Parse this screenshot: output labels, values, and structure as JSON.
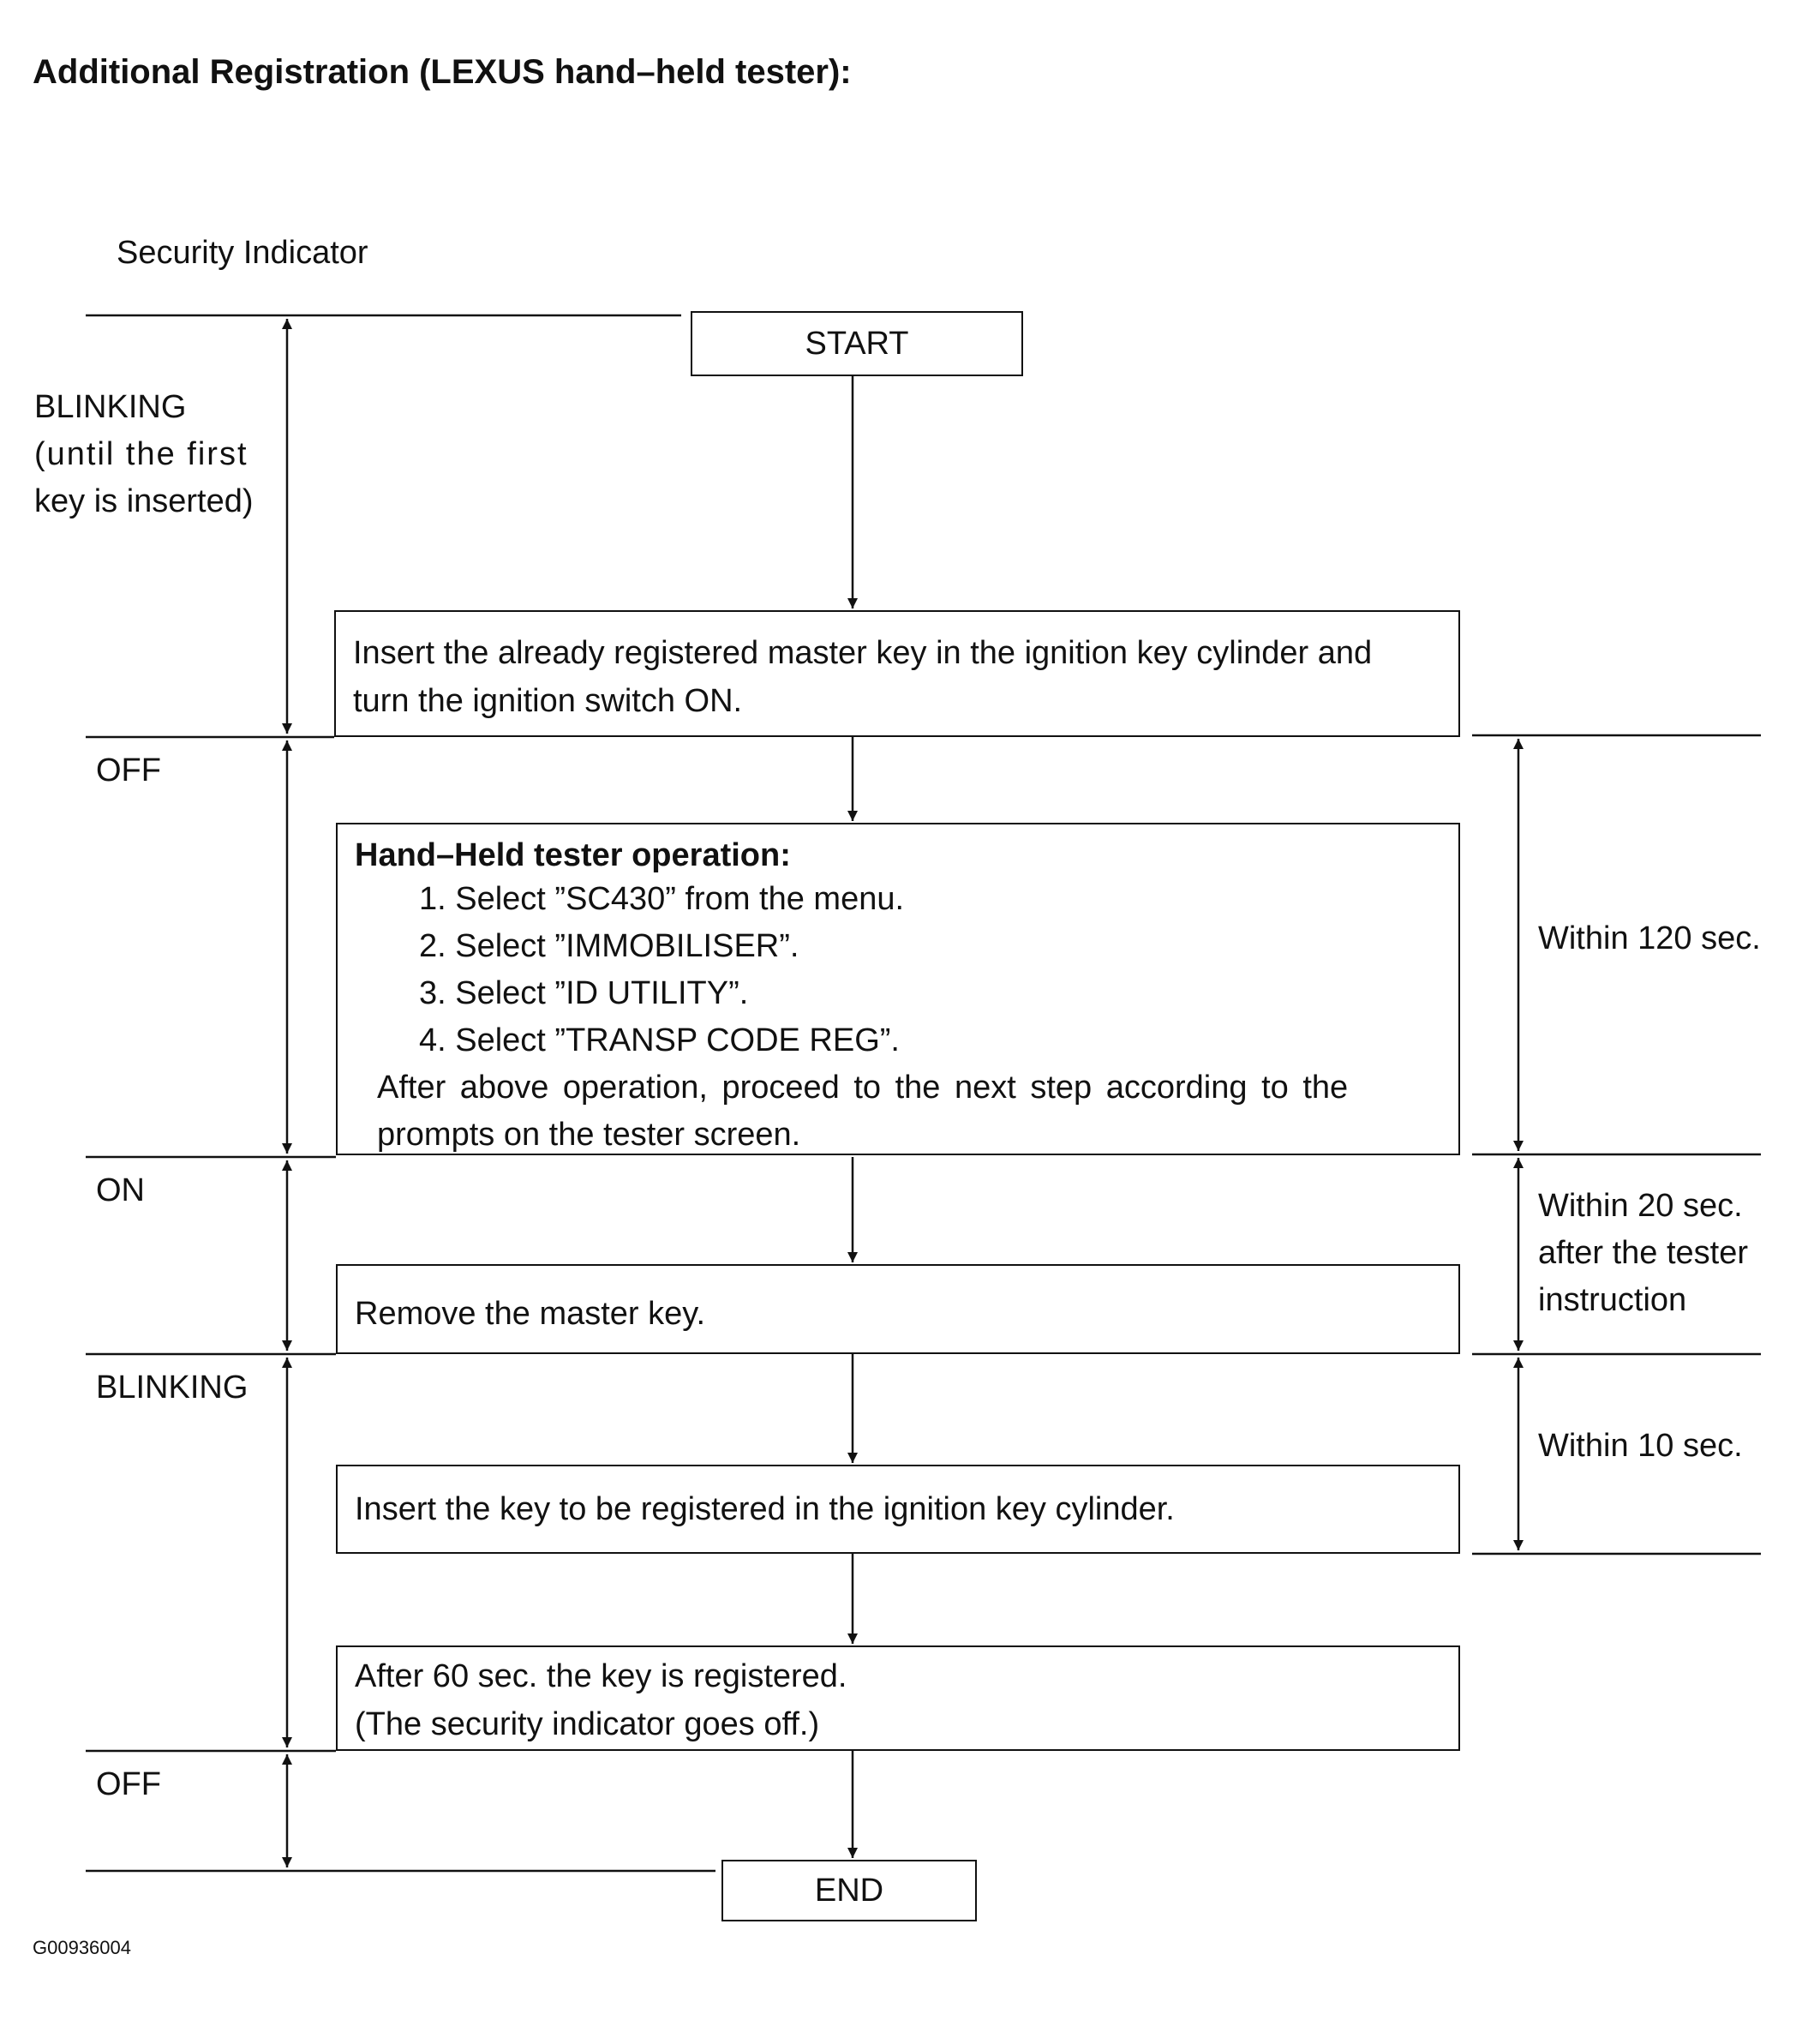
{
  "title": "Additional Registration (LEXUS hand–held tester):",
  "indicator_header": "Security Indicator",
  "indicator_states": {
    "blinking_1": [
      "BLINKING",
      "(until the first",
      "key is inserted)"
    ],
    "off_1": "OFF",
    "on": "ON",
    "blinking_2": "BLINKING",
    "off_2": "OFF"
  },
  "boxes": {
    "start": "START",
    "insert_master": [
      "Insert the already registered master key in the ignition key cylinder and",
      "turn the ignition switch ON."
    ],
    "tester_heading": "Hand–Held tester operation:",
    "tester_steps": [
      "1. Select ”SC430” from the menu.",
      "2. Select ”IMMOBILISER”.",
      "3. Select ”ID UTILITY”.",
      "4. Select ”TRANSP CODE REG”."
    ],
    "tester_after": [
      "After above operation, proceed to the next step according to the",
      "prompts on the tester screen."
    ],
    "remove_master": "Remove the master key.",
    "insert_new": "Insert the key to be registered in the ignition key cylinder.",
    "registered": [
      "After 60 sec. the key is registered.",
      "(The security indicator goes off.)"
    ],
    "end": "END"
  },
  "timing": {
    "t120": "Within 120 sec.",
    "t20": [
      "Within 20 sec.",
      "after the tester",
      "instruction"
    ],
    "t10": "Within 10 sec."
  },
  "figure_code": "G00936004"
}
